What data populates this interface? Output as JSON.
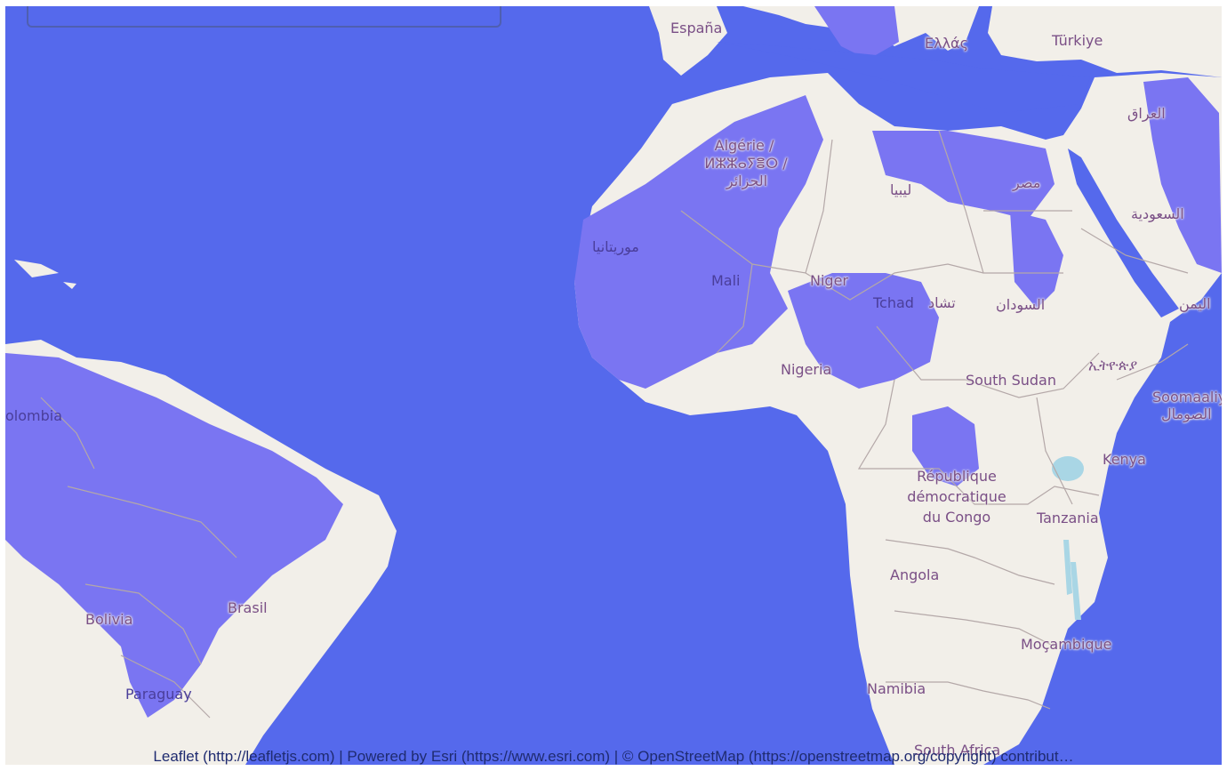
{
  "map": {
    "colors": {
      "water": "#5569ec",
      "land": "#f2efe9",
      "overlay": "#7a75f2",
      "border": "#b4a8a8",
      "lake": "#a9d6e5",
      "label": "#7a4f86"
    },
    "labels": {
      "espana": "España",
      "ellada": "Ελλάς",
      "turkiye": "Türkiye",
      "iraq": "العراق",
      "algerie": "Algérie /",
      "algerie_tif": "ⵍⵣⵣⴰⵢⴻⵔ /",
      "algerie_ar": "الجزائر",
      "libya": "ليبيا",
      "misr": "مصر",
      "saudi": "السعودية",
      "mauritania": "موريتانيا",
      "mali": "Mali",
      "niger": "Niger",
      "tchad": "Tchad",
      "tchad_ar": "تشاد",
      "sudan": "السودان",
      "yemen": "اليمن",
      "ethiopia": "ኢትዮጵያ",
      "nigeria": "Nigeria",
      "south_sudan": "South Sudan",
      "somalia": "Soomaaliya",
      "somalia_ar": "الصومال",
      "colombia": "olombia",
      "kenya": "Kenya",
      "drc_1": "République",
      "drc_2": "démocratique",
      "drc_3": "du Congo",
      "tanzania": "Tanzania",
      "angola": "Angola",
      "brasil": "Brasil",
      "bolivia": "Bolivia",
      "paraguay": "Paraguay",
      "mocambique": "Moçambique",
      "namibia": "Namibia",
      "south_africa": "South Africa"
    }
  },
  "attribution": "Leaflet (http://leafletjs.com) | Powered by Esri (https://www.esri.com) | © OpenStreetMap (https://openstreetmap.org/copyright) contribut…"
}
